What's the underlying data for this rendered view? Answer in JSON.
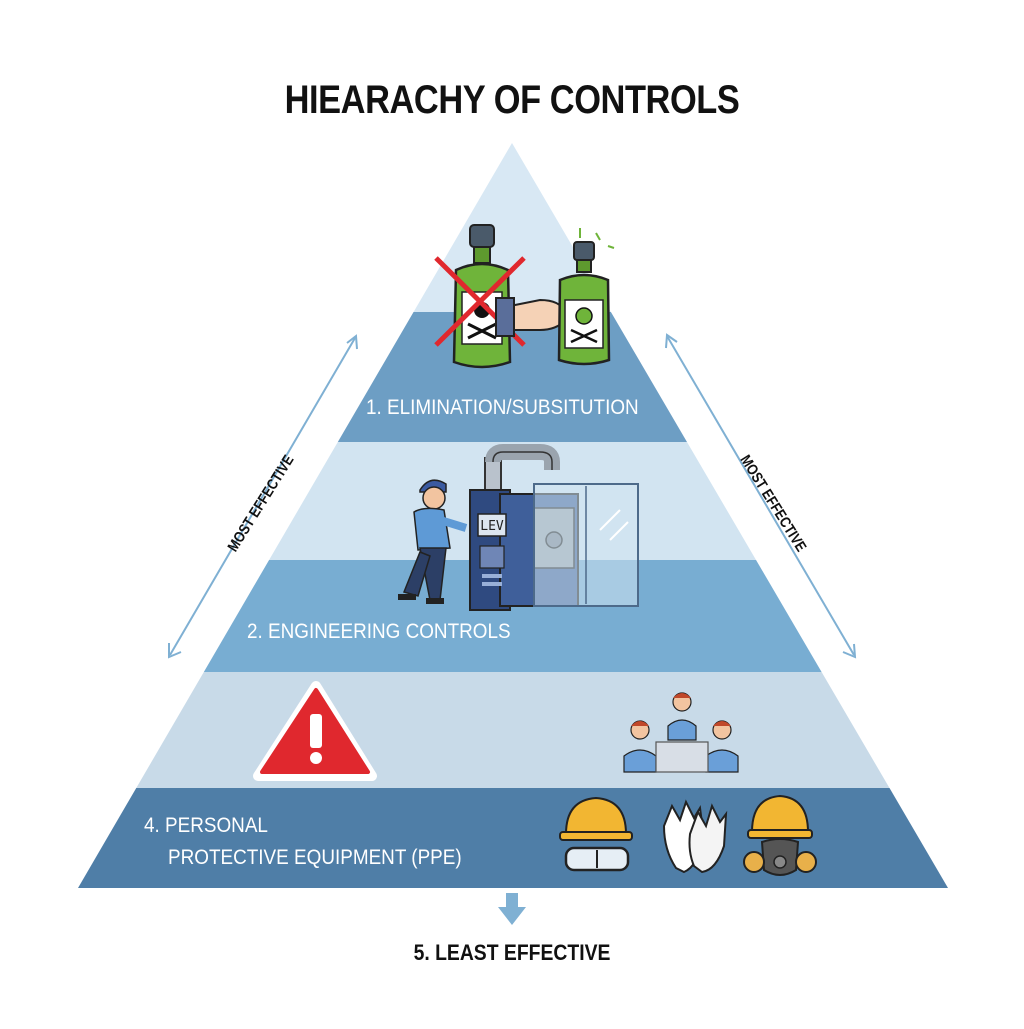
{
  "title": "HIEARACHY OF CONTROLS",
  "tiers": [
    {
      "label": "1. ELIMINATION/SUBSITUTION"
    },
    {
      "label": "2. ENGINEERING CONTROLS"
    },
    {
      "label": ""
    },
    {
      "label_line1": "4. PERSONAL",
      "label_line2": "PROTECTIVE EQUIPMENT (PPE)"
    }
  ],
  "side_labels": {
    "left": "MOST EFFECTIVE",
    "right": "MOST EFFECTIVE"
  },
  "bottom_label": "5. LEAST EFFECTIVE",
  "machine_sign": "LEV",
  "colors": {
    "apex": "#d6e7f3",
    "tier1": "#6e9fc4",
    "tier2_top": "#d3e5f1",
    "tier2_band": "#79aed3",
    "tier3": "#c9dbe8",
    "tier4": "#4f7ea6",
    "arrow": "#7fb0d3",
    "warning": "#e0282e",
    "hardhat": "#f2b632",
    "bottle": "#6fb43a"
  },
  "icons": [
    "skull-bottle-icon",
    "replacement-bottle-icon",
    "lev-machine-icon",
    "worker-icon",
    "warning-icon",
    "training-group-icon",
    "hardhat-goggles-icon",
    "gloves-icon",
    "respirator-icon"
  ]
}
